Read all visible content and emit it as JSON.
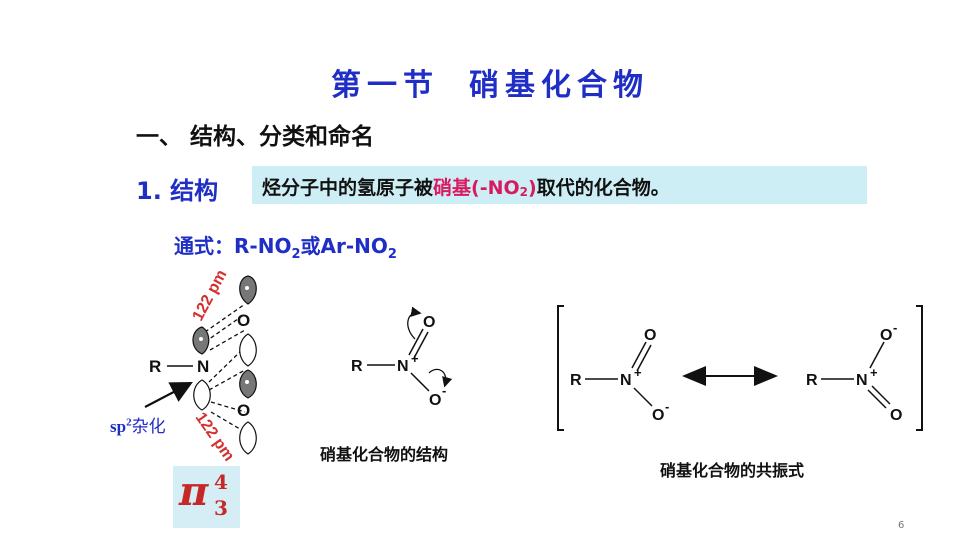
{
  "slide": {
    "title_part1": "第一节",
    "title_part2": "硝基化合物",
    "section_heading": "一、 结构、分类和命名",
    "structure_label": "1. 结构",
    "definition_pre": "烃分子中的氢原子被",
    "definition_highlight": "硝基",
    "definition_group_open": "(-NO",
    "definition_group_sub": "2",
    "definition_group_close": ")",
    "definition_post": "取代的化合物。",
    "formula_prefix": "通式：R-NO",
    "formula_sub1": "2",
    "formula_or": "或Ar-NO",
    "formula_sub2": "2",
    "bond_length_top": "122 pm",
    "bond_length_bottom": "122 pm",
    "hybrid_label_sp": "sp",
    "hybrid_label_sup": "2",
    "hybrid_label_rest": "杂化",
    "pi_symbol": "π",
    "pi_superscript": "4",
    "pi_subscript": "3",
    "caption_structure": "硝基化合物的结构",
    "caption_resonance": "硝基化合物的共振式",
    "page_number": "6",
    "atoms": {
      "R": "R",
      "N": "N",
      "O": "O",
      "plus": "+",
      "minus": "-"
    }
  }
}
